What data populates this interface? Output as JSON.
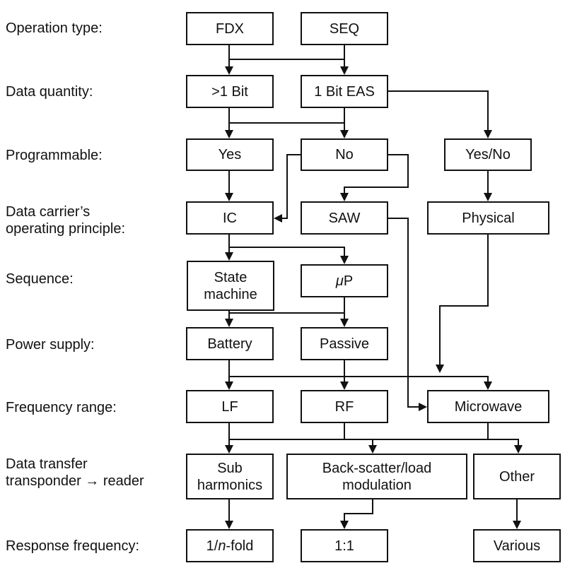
{
  "diagram": {
    "row_labels": [
      "Operation type:",
      "Data quantity:",
      "Programmable:",
      "Data carrier’s\noperating principle:",
      "Sequence:",
      "Power supply:",
      "Frequency range:",
      "Data transfer\ntransponder → reader",
      "Response frequency:"
    ],
    "nodes": {
      "fdx": "FDX",
      "seq": "SEQ",
      "more_bit": ">1 Bit",
      "one_bit_eas": "1 Bit EAS",
      "yes": "Yes",
      "no": "No",
      "yes_no": "Yes/No",
      "ic": "IC",
      "saw": "SAW",
      "physical": "Physical",
      "state_machine": "State\nmachine",
      "microprocessor": "μP",
      "battery": "Battery",
      "passive": "Passive",
      "lf": "LF",
      "rf": "RF",
      "microwave": "Microwave",
      "sub_harmonics": "Sub\nharmonics",
      "backscatter": "Back-scatter/load\nmodulation",
      "other": "Other",
      "one_n_fold_prefix": "1/",
      "one_n_fold_italic": "n",
      "one_n_fold_suffix": "-fold",
      "one_to_one": "1:1",
      "various": "Various"
    }
  }
}
